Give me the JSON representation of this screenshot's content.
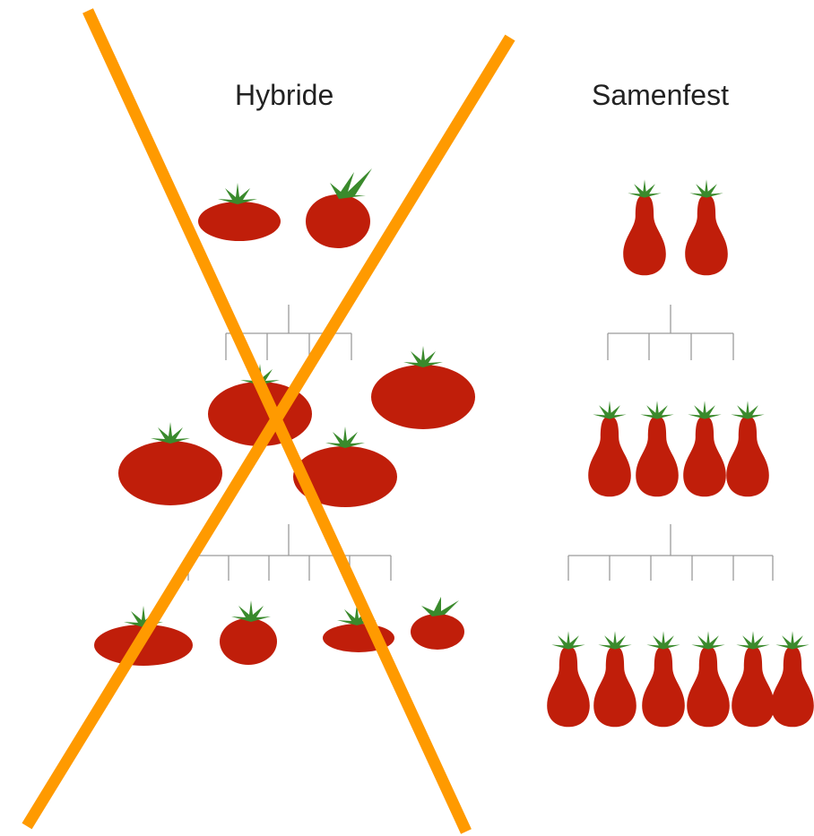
{
  "columns": {
    "hybrid": {
      "title": "Hybride"
    },
    "open_pollinated": {
      "title": "Samenfest"
    }
  },
  "colors": {
    "tomato": "#c01e0a",
    "leaf": "#3a8a2c",
    "cross": "#ff9a00",
    "line": "#9a9a9a",
    "background": "#ffffff"
  },
  "icons": {
    "round_tomato": "round-tomato-icon",
    "pear_tomato": "pear-tomato-icon",
    "cross_out": "cross-out-icon"
  },
  "generations": {
    "hybrid_counts": [
      2,
      4,
      4
    ],
    "open_pollinated_counts": [
      2,
      4,
      6
    ]
  }
}
